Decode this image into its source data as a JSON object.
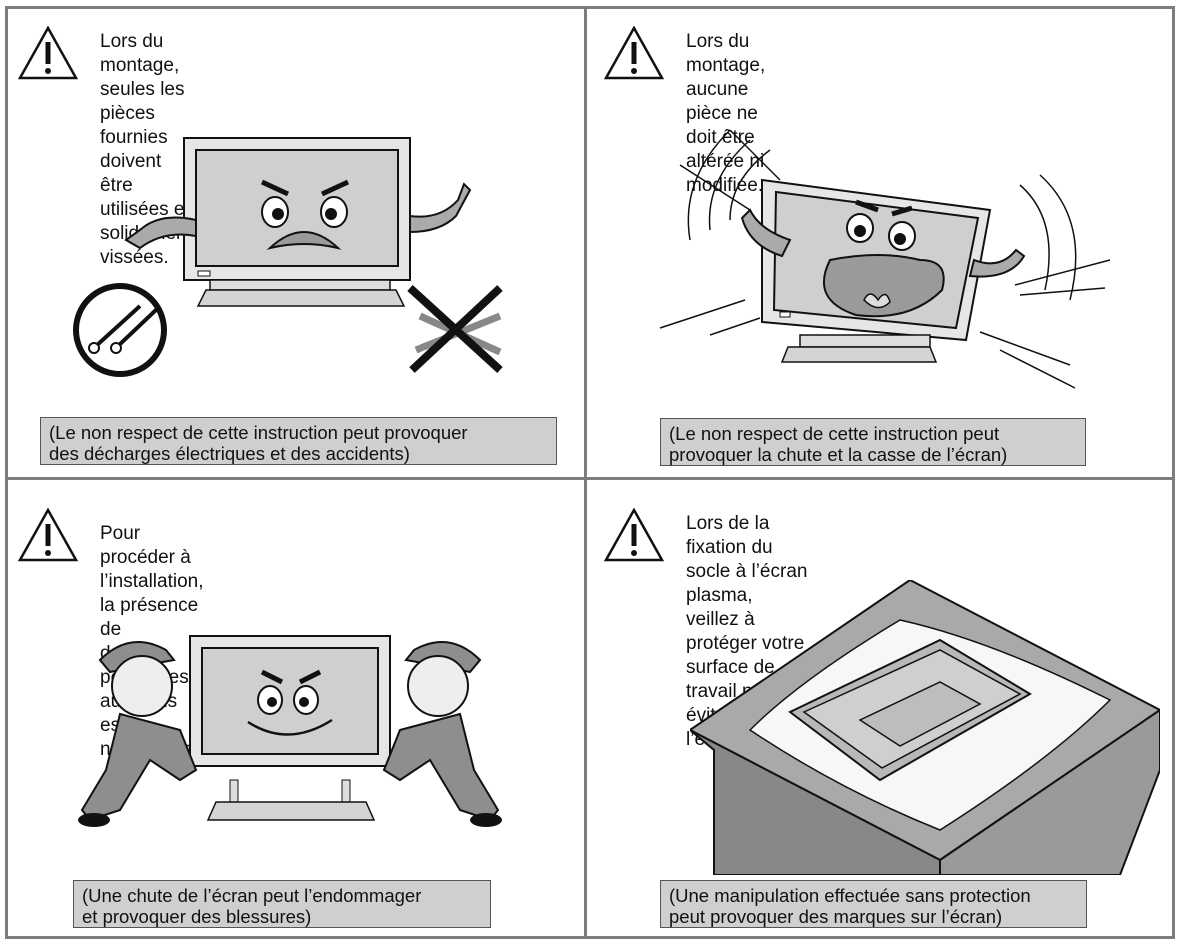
{
  "panels": [
    {
      "message": "Lors du montage, seules les pièces fournies\ndoivent être utilisées et solidement vissées.",
      "note": "(Le non respect de cette instruction peut provoquer\ndes décharges électriques et des accidents)"
    },
    {
      "message": "Lors du montage, aucune pièce ne doit être\naltérée ni modifiée.",
      "note": "(Le non respect de cette instruction peut\nprovoquer la chute et la casse de l’écran)"
    },
    {
      "message": "Pour procéder à l’installation, la présence de\ndeux personnes au moins est nécessaire.",
      "note": "(Une chute de l’écran peut l’endommager\net provoquer des blessures)"
    },
    {
      "message": "Lors de la fixation du socle à l’écran plasma,\nveillez à protéger votre surface de travail pour\néviter de l’endommager.",
      "note": "(Une manipulation effectuée sans protection\npeut provoquer des marques sur l’écran)"
    }
  ],
  "icons": {
    "warning": "warning-triangle-icon"
  }
}
